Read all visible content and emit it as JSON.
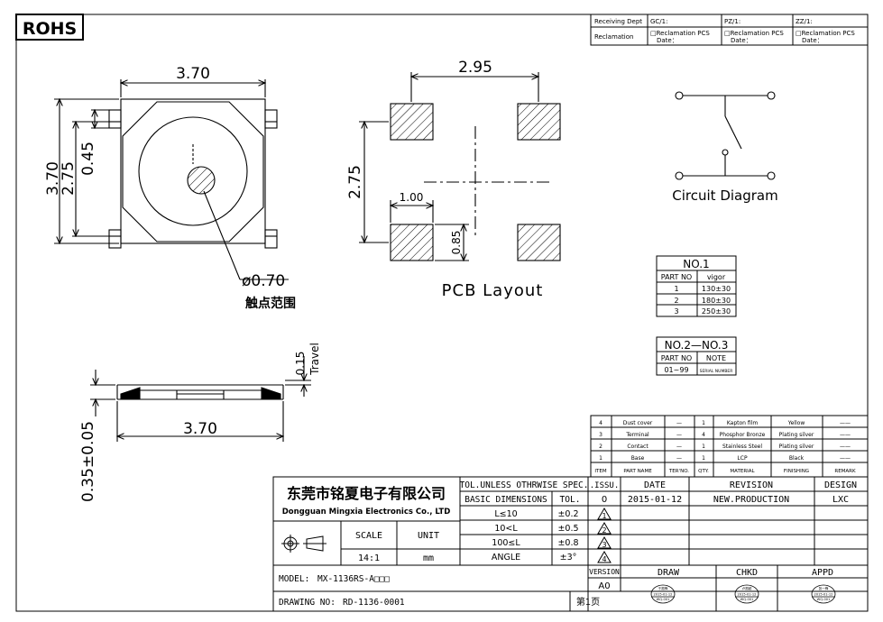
{
  "rohs": "ROHS",
  "top_table": {
    "receiving_dept": "Receiving Dept",
    "reclamation": "Reclamation",
    "gc": "GC/1:",
    "pz": "PZ/1:",
    "zz": "ZZ/1:",
    "rec_pcs": "□Reclamation   PCS",
    "date": "Date："
  },
  "drawing_dims": {
    "top_width": "3.70",
    "left_height": "3.70",
    "inner_height": "2.75",
    "small_0_45": "0.45",
    "diameter": "ø0.70",
    "contact_range": "触点范围",
    "pcb_width": "2.95",
    "pcb_height": "2.75",
    "pad_width": "1.00",
    "pad_height": "0.85",
    "pcb_label": "PCB  Layout",
    "circuit_label": "Circuit Diagram",
    "side_width": "3.70",
    "side_height": "0.35±0.05",
    "travel_value": "0.15",
    "travel_label": "Travel"
  },
  "no1": {
    "title": "NO.1",
    "headers": [
      "PART NO",
      "vigor"
    ],
    "rows": [
      [
        "1",
        "130±30"
      ],
      [
        "2",
        "180±30"
      ],
      [
        "3",
        "250±30"
      ]
    ]
  },
  "no2": {
    "title": "NO.2—NO.3",
    "headers": [
      "PART NO",
      "NOTE"
    ],
    "rows": [
      [
        "01~99",
        "SERIAL NUMBER"
      ]
    ]
  },
  "bom": {
    "rows": [
      [
        "4",
        "Dust cover",
        "—",
        "1",
        "Kapton film",
        "Yellow",
        "——"
      ],
      [
        "3",
        "Terminal",
        "—",
        "4",
        "Phosphor Bronze",
        "Plating silver",
        "——"
      ],
      [
        "2",
        "Contact",
        "—",
        "1",
        "Stainless Steel",
        "Plating silver",
        "——"
      ],
      [
        "1",
        "Base",
        "—",
        "1",
        "LCP",
        "Black",
        "——"
      ]
    ],
    "headers": [
      "ITEM",
      "PART NAME",
      "TER'NO.",
      "QTY.",
      "MATERIAL",
      "FINISHING",
      "REMARK"
    ]
  },
  "title_block": {
    "company_cn": "东莞市铭夏电子有限公司",
    "company_en": "Dongguan Mingxia Electronics Co., LTD",
    "tol_header": "TOL.UNLESS OTHRWISE SPEC.",
    "basic_dim": "BASIC DIMENSIONS",
    "tol": "TOL.",
    "tol_rows": [
      [
        "L≤10",
        "±0.2"
      ],
      [
        "10<L",
        "±0.5"
      ],
      [
        "100≤L",
        "±0.8"
      ],
      [
        "ANGLE",
        "±3°"
      ]
    ],
    "scale_label": "SCALE",
    "unit_label": "UNIT",
    "scale_value": "14:1",
    "unit_value": "mm",
    "issu": ".ISSU.",
    "date_h": "DATE",
    "revision_h": "REVISION",
    "design_h": "DESIGN",
    "issue_no": "0",
    "issue_date": "2015-01-12",
    "revision": "NEW.PRODUCTION",
    "designer": "LXC",
    "rev_marks": [
      "1",
      "2",
      "3",
      "4"
    ],
    "version_h": "VERSION",
    "draw_h": "DRAW",
    "chkd_h": "CHKD",
    "appd_h": "APPD",
    "version": "A0",
    "model_label": "MODEL:",
    "model": "MX-1136RS-A□□□",
    "drawing_no_label": "DRAWING NO:",
    "drawing_no": "RD-1136-0001",
    "page": "第1页",
    "stamps": [
      {
        "top": "于振锋",
        "mid": "2015-01-12",
        "bot": "WQ-001"
      },
      {
        "top": "卢振越",
        "mid": "2015-01-12",
        "bot": "WQ-001"
      },
      {
        "top": "张一锋",
        "mid": "2015-01-12",
        "bot": "WQ-001"
      }
    ]
  }
}
